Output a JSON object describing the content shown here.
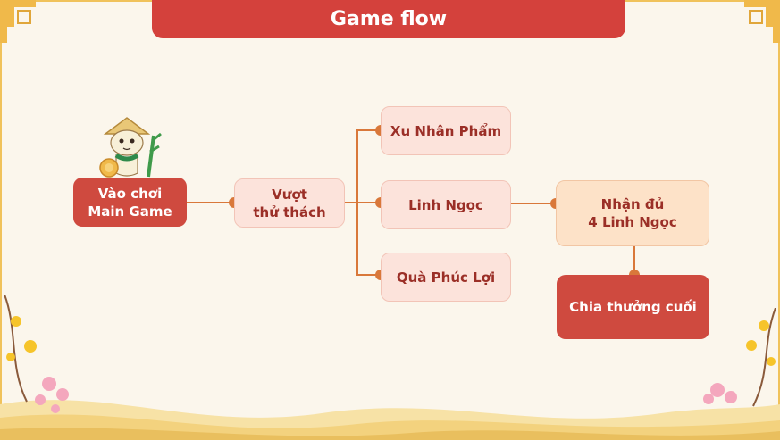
{
  "title": "Game flow",
  "nodes": {
    "start": "Vào chơi\nMain Game",
    "challenge": "Vượt\nthử thách",
    "xu": "Xu Nhân Phẩm",
    "linh": "Linh Ngọc",
    "qua": "Quà Phúc Lợi",
    "nhan": "Nhận đủ\n4 Linh Ngọc",
    "chia": "Chia thưởng cuối"
  },
  "colors": {
    "accent": "#d4413c",
    "connector": "#d9783a",
    "node_pink": "#fce3db",
    "node_peach": "#fde2c8",
    "background": "#fbf6ec"
  },
  "icons": [
    "mascot-snake-icon",
    "gold-corner-ornament-icon",
    "apricot-blossom-icon",
    "cherry-blossom-icon"
  ]
}
